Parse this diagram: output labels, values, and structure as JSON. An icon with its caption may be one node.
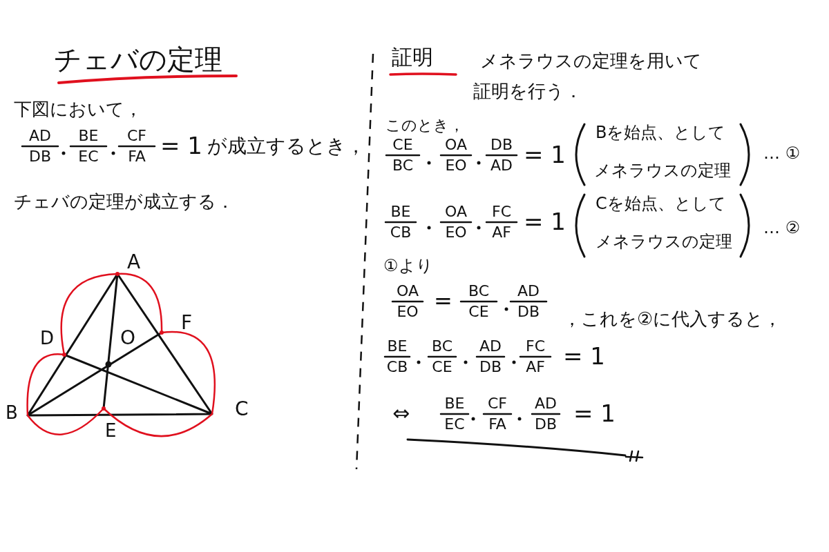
{
  "diagram": {
    "title": "チェバの定理",
    "labels": [
      "下図において，",
      "AD",
      "DB",
      "BE",
      "EC",
      "CF",
      "FA",
      "= 1",
      "が成立するとき，",
      "チェバの定理が成立する．",
      "A",
      "F",
      "D",
      "O",
      "B",
      "C",
      "E",
      "証明",
      "メネラウスの定理を用いて",
      "証明を行う．",
      "このとき，",
      "CE",
      "BC",
      "OA",
      "EO",
      "DB",
      "AD",
      "= 1",
      "Bを始点、として",
      "メネラウスの定理",
      "… ①",
      "BE",
      "CB",
      "OA",
      "EO",
      "FC",
      "AF",
      "= 1",
      "Cを始点、として",
      "メネラウスの定理",
      "… ②",
      "①より",
      "OA",
      "EO",
      "=",
      "BC",
      "CE",
      "AD",
      "DB",
      "，これを②に代入すると，",
      "BE",
      "CB",
      "BC",
      "CE",
      "AD",
      "DB",
      "FC",
      "AF",
      "= 1",
      "⇔",
      "BE",
      "EC",
      "CF",
      "FA",
      "AD",
      "DB",
      "= 1"
    ]
  }
}
